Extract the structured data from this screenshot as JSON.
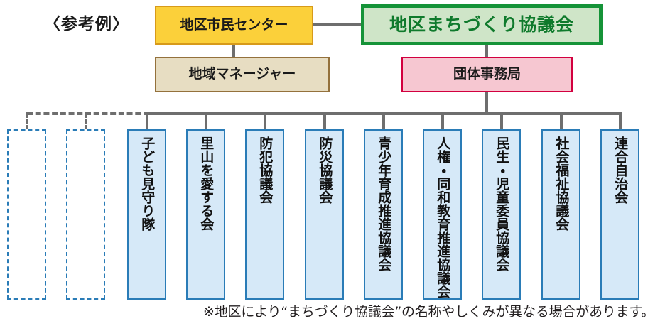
{
  "diagram": {
    "header_label": "〈参考例〉",
    "footnote": "※地区により“まちづくり協議会”の名称やしくみが異なる場合があります。",
    "nodes": {
      "citizen_center": "地区市民センター",
      "machizukuri_council": "地区まちづくり協議会",
      "regional_manager": "地域マネージャー",
      "group_secretariat": "団体事務局"
    },
    "organizations": [
      {
        "label": "子ども見守り隊"
      },
      {
        "label": "里山を愛する会"
      },
      {
        "label": "防犯協議会"
      },
      {
        "label": "防災協議会"
      },
      {
        "label": "青少年育成推進協議会"
      },
      {
        "label": "人権・同和教育推進協議会"
      },
      {
        "label": "民生・児童委員協議会"
      },
      {
        "label": "社会福祉協議会"
      },
      {
        "label": "連合自治会"
      }
    ],
    "placeholders": [
      {
        "label": ""
      },
      {
        "label": ""
      }
    ],
    "colors": {
      "citizen_center_fill": "#fbd03a",
      "citizen_center_border": "#d79a1a",
      "council_fill": "#cfe5c8",
      "council_border": "#159338",
      "council_text": "#0f7a2c",
      "manager_fill": "#e7ddc2",
      "manager_border": "#94713c",
      "secretariat_fill": "#f6c7d1",
      "secretariat_border": "#d2003f",
      "org_fill": "#d6e9f8",
      "org_border": "#2a7cb7",
      "connector": "#6e6e6e",
      "footnote_text": "#231f20"
    }
  }
}
